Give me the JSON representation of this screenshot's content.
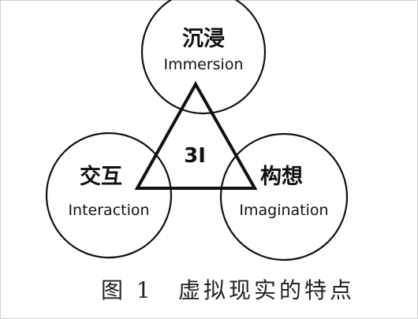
{
  "diagram": {
    "center_label": "3I",
    "nodes": [
      {
        "id": "immersion",
        "label_zh": "沉浸",
        "label_en": "Immersion"
      },
      {
        "id": "interaction",
        "label_zh": "交互",
        "label_en": "Interaction"
      },
      {
        "id": "imagination",
        "label_zh": "构想",
        "label_en": "Imagination"
      }
    ],
    "edges": [
      {
        "from": "immersion",
        "to": "interaction"
      },
      {
        "from": "interaction",
        "to": "imagination"
      },
      {
        "from": "imagination",
        "to": "immersion"
      }
    ]
  },
  "caption": {
    "number": "图 1",
    "text": "虚拟现实的特点"
  }
}
